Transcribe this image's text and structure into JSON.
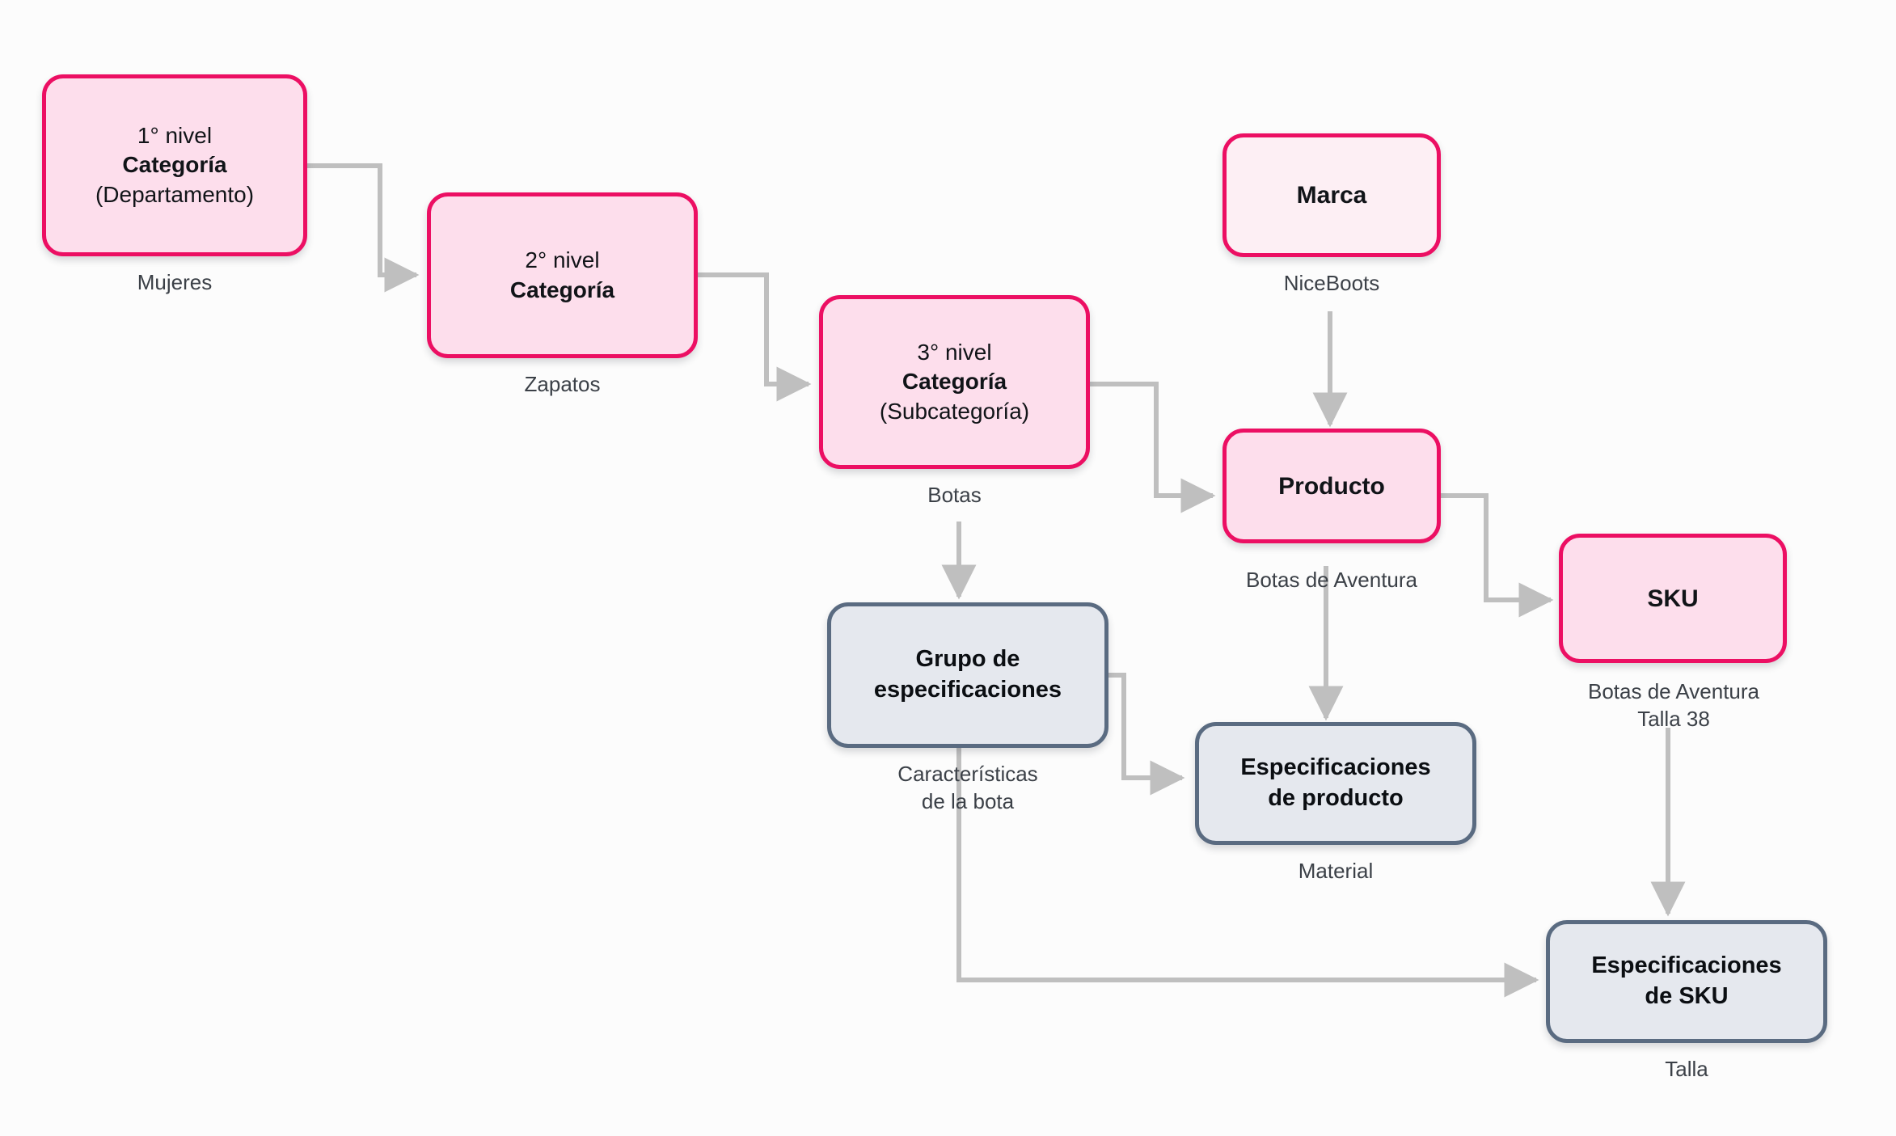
{
  "diagram": {
    "title": "Jerarquia de catalogo: Categoria, Producto, SKU y especificaciones",
    "background_color": "#fcfcfc",
    "palette": {
      "pink_fill": "#fddeec",
      "pink_light_fill": "#fdeff4",
      "pink_border": "#ec0f63",
      "slate_fill": "#e5e8ee",
      "slate_border": "#5a6b81",
      "connector": "#bfbfbf",
      "caption_text": "#3b4047"
    },
    "nodes": [
      {
        "id": "categoria-nivel-1",
        "lines": [
          "1° nivel",
          "Categoría",
          "(Departamento)"
        ],
        "bold_lines": [
          false,
          true,
          false
        ],
        "caption": "Mujeres",
        "style": "pink"
      },
      {
        "id": "categoria-nivel-2",
        "lines": [
          "2° nivel",
          "Categoría"
        ],
        "bold_lines": [
          false,
          true
        ],
        "caption": "Zapatos",
        "style": "pink"
      },
      {
        "id": "categoria-nivel-3",
        "lines": [
          "3° nivel",
          "Categoría",
          "(Subcategoría)"
        ],
        "bold_lines": [
          false,
          true,
          false
        ],
        "caption": "Botas",
        "style": "pink"
      },
      {
        "id": "marca",
        "lines": [
          "Marca"
        ],
        "bold_lines": [
          true
        ],
        "caption": "NiceBoots",
        "style": "pink-light"
      },
      {
        "id": "producto",
        "lines": [
          "Producto"
        ],
        "bold_lines": [
          true
        ],
        "caption": "Botas de Aventura",
        "style": "pink"
      },
      {
        "id": "sku",
        "lines": [
          "SKU"
        ],
        "bold_lines": [
          true
        ],
        "caption": "Botas de Aventura\nTalla 38",
        "style": "pink"
      },
      {
        "id": "grupo-de-especificaciones",
        "lines": [
          "Grupo de",
          "especificaciones"
        ],
        "bold_lines": [
          true,
          true
        ],
        "caption": "Características\nde la bota",
        "style": "slate"
      },
      {
        "id": "especificaciones-de-producto",
        "lines": [
          "Especificaciones",
          "de producto"
        ],
        "bold_lines": [
          true,
          true
        ],
        "caption": "Material",
        "style": "slate"
      },
      {
        "id": "especificaciones-de-sku",
        "lines": [
          "Especificaciones",
          "de SKU"
        ],
        "bold_lines": [
          true,
          true
        ],
        "caption": "Talla",
        "style": "slate"
      }
    ],
    "edges": [
      {
        "from": "categoria-nivel-1",
        "to": "categoria-nivel-2"
      },
      {
        "from": "categoria-nivel-2",
        "to": "categoria-nivel-3"
      },
      {
        "from": "categoria-nivel-3",
        "to": "producto"
      },
      {
        "from": "categoria-nivel-3",
        "to": "grupo-de-especificaciones"
      },
      {
        "from": "marca",
        "to": "producto"
      },
      {
        "from": "producto",
        "to": "sku"
      },
      {
        "from": "producto",
        "to": "especificaciones-de-producto"
      },
      {
        "from": "grupo-de-especificaciones",
        "to": "especificaciones-de-producto"
      },
      {
        "from": "grupo-de-especificaciones",
        "to": "especificaciones-de-sku"
      },
      {
        "from": "sku",
        "to": "especificaciones-de-sku"
      }
    ]
  }
}
